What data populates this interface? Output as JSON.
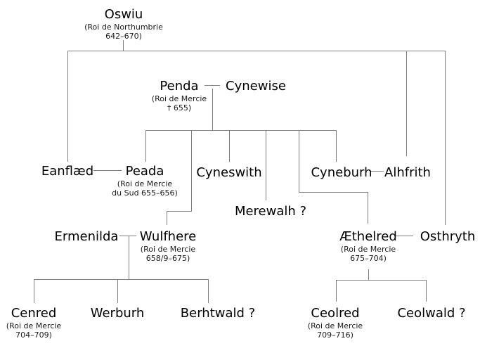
{
  "diagram": {
    "type": "family-tree"
  },
  "colors": {
    "background": "#ffffff",
    "line": "#7f7f7f",
    "text": "#000000"
  },
  "people": {
    "oswiu": {
      "name": "Oswiu",
      "subtitle1": "(Roi de Northumbrie",
      "subtitle2": "642–670)"
    },
    "penda": {
      "name": "Penda",
      "subtitle1": "(Roi de Mercie",
      "subtitle2": "† 655)"
    },
    "cynewise": {
      "name": "Cynewise"
    },
    "eanflaed": {
      "name": "Eanflæd"
    },
    "peada": {
      "name": "Peada",
      "subtitle1": "(Roi de Mercie",
      "subtitle2": "du Sud 655–656)"
    },
    "cyneswith": {
      "name": "Cyneswith"
    },
    "merewalh": {
      "name": "Merewalh ?"
    },
    "cyneburh": {
      "name": "Cyneburh"
    },
    "alhfrith": {
      "name": "Alhfrith"
    },
    "ermenilda": {
      "name": "Ermenilda"
    },
    "wulfhere": {
      "name": "Wulfhere",
      "subtitle1": "(Roi de Mercie",
      "subtitle2": "658/9–675)"
    },
    "aethelred": {
      "name": "Æthelred",
      "subtitle1": "(Roi de Mercie",
      "subtitle2": "675–704)"
    },
    "osthryth": {
      "name": "Osthryth"
    },
    "cenred": {
      "name": "Cenred",
      "subtitle1": "(Roi de Mercie",
      "subtitle2": "704–709)"
    },
    "werburh": {
      "name": "Werburh"
    },
    "berhtwald": {
      "name": "Berhtwald ?"
    },
    "ceolred": {
      "name": "Ceolred",
      "subtitle1": "(Roi de Mercie",
      "subtitle2": "709–716)"
    },
    "ceolwald": {
      "name": "Ceolwald ?"
    }
  },
  "relationships": {
    "unions": [
      {
        "partners": [
          "Penda",
          "Cynewise"
        ]
      },
      {
        "partners": [
          "Eanflæd",
          "Peada"
        ]
      },
      {
        "partners": [
          "Cyneburh",
          "Alhfrith"
        ]
      },
      {
        "partners": [
          "Ermenilda",
          "Wulfhere"
        ]
      },
      {
        "partners": [
          "Æthelred",
          "Osthryth"
        ]
      }
    ],
    "children": {
      "Oswiu": [
        "Eanflæd",
        "Alhfrith",
        "Osthryth"
      ],
      "Penda & Cynewise": [
        "Peada",
        "Wulfhere",
        "Cyneswith",
        "Merewalh ?",
        "Æthelred",
        "Cyneburh"
      ],
      "Ermenilda & Wulfhere": [
        "Cenred",
        "Werburh",
        "Berhtwald ?"
      ],
      "Æthelred": [
        "Ceolred",
        "Ceolwald ?"
      ]
    }
  }
}
